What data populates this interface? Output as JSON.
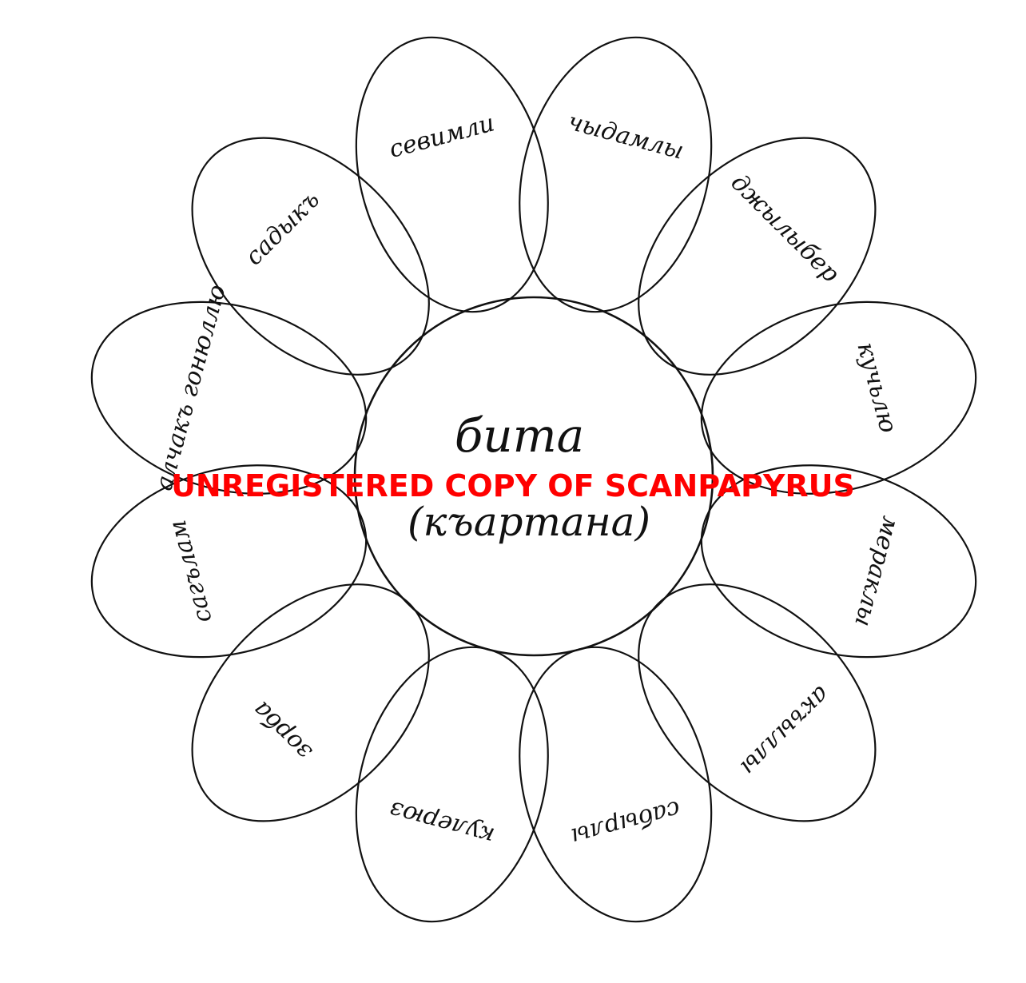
{
  "diagram": {
    "center": {
      "title": "бита",
      "subtitle": "(къартана)"
    },
    "petals": [
      {
        "label": "севимли"
      },
      {
        "label": "чыдамлы"
      },
      {
        "label": "джылыбер"
      },
      {
        "label": "кучьлю"
      },
      {
        "label": "мераклы"
      },
      {
        "label": "акъыллы"
      },
      {
        "label": "сабырлы"
      },
      {
        "label": "кулерюз"
      },
      {
        "label": "зорба"
      },
      {
        "label": "сагълам"
      },
      {
        "label": "алчакъ гонюллю"
      },
      {
        "label": "садыкъ"
      }
    ]
  },
  "watermark": {
    "text": "UNREGISTERED COPY OF SCANPAPYRUS",
    "color": "#ff0000"
  },
  "colors": {
    "ink": "#111111",
    "paper": "#ffffff"
  }
}
